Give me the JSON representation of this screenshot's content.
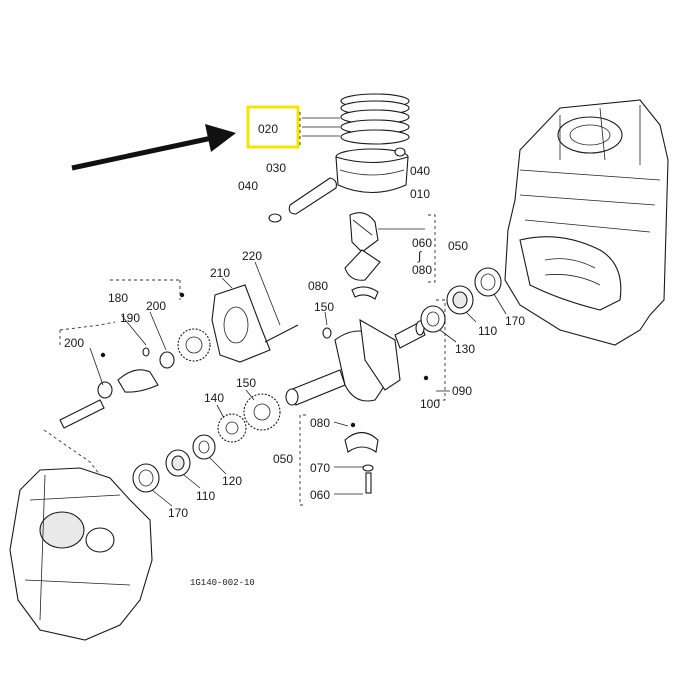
{
  "highlight_color": "#f2e600",
  "arrow_color": "#111111",
  "caption": "1G140-002-10",
  "labels": {
    "p020": "020",
    "p040a": "040",
    "p030": "030",
    "p040b": "040",
    "p010": "010",
    "p060a": "060",
    "p_tilde": "∫",
    "p080a": "080",
    "p050a": "050",
    "p080b": "080",
    "p170a": "170",
    "p110a": "110",
    "p130": "130",
    "p220": "220",
    "p210": "210",
    "p180": "180",
    "p190": "190",
    "p200a": "200",
    "p200b": "200",
    "p150a": "150",
    "p090": "090",
    "p100": "100",
    "p140": "140",
    "p150b": "150",
    "p080c": "080",
    "p050b": "050",
    "p070": "070",
    "p060b": "060",
    "p120": "120",
    "p110b": "110",
    "p170b": "170"
  }
}
